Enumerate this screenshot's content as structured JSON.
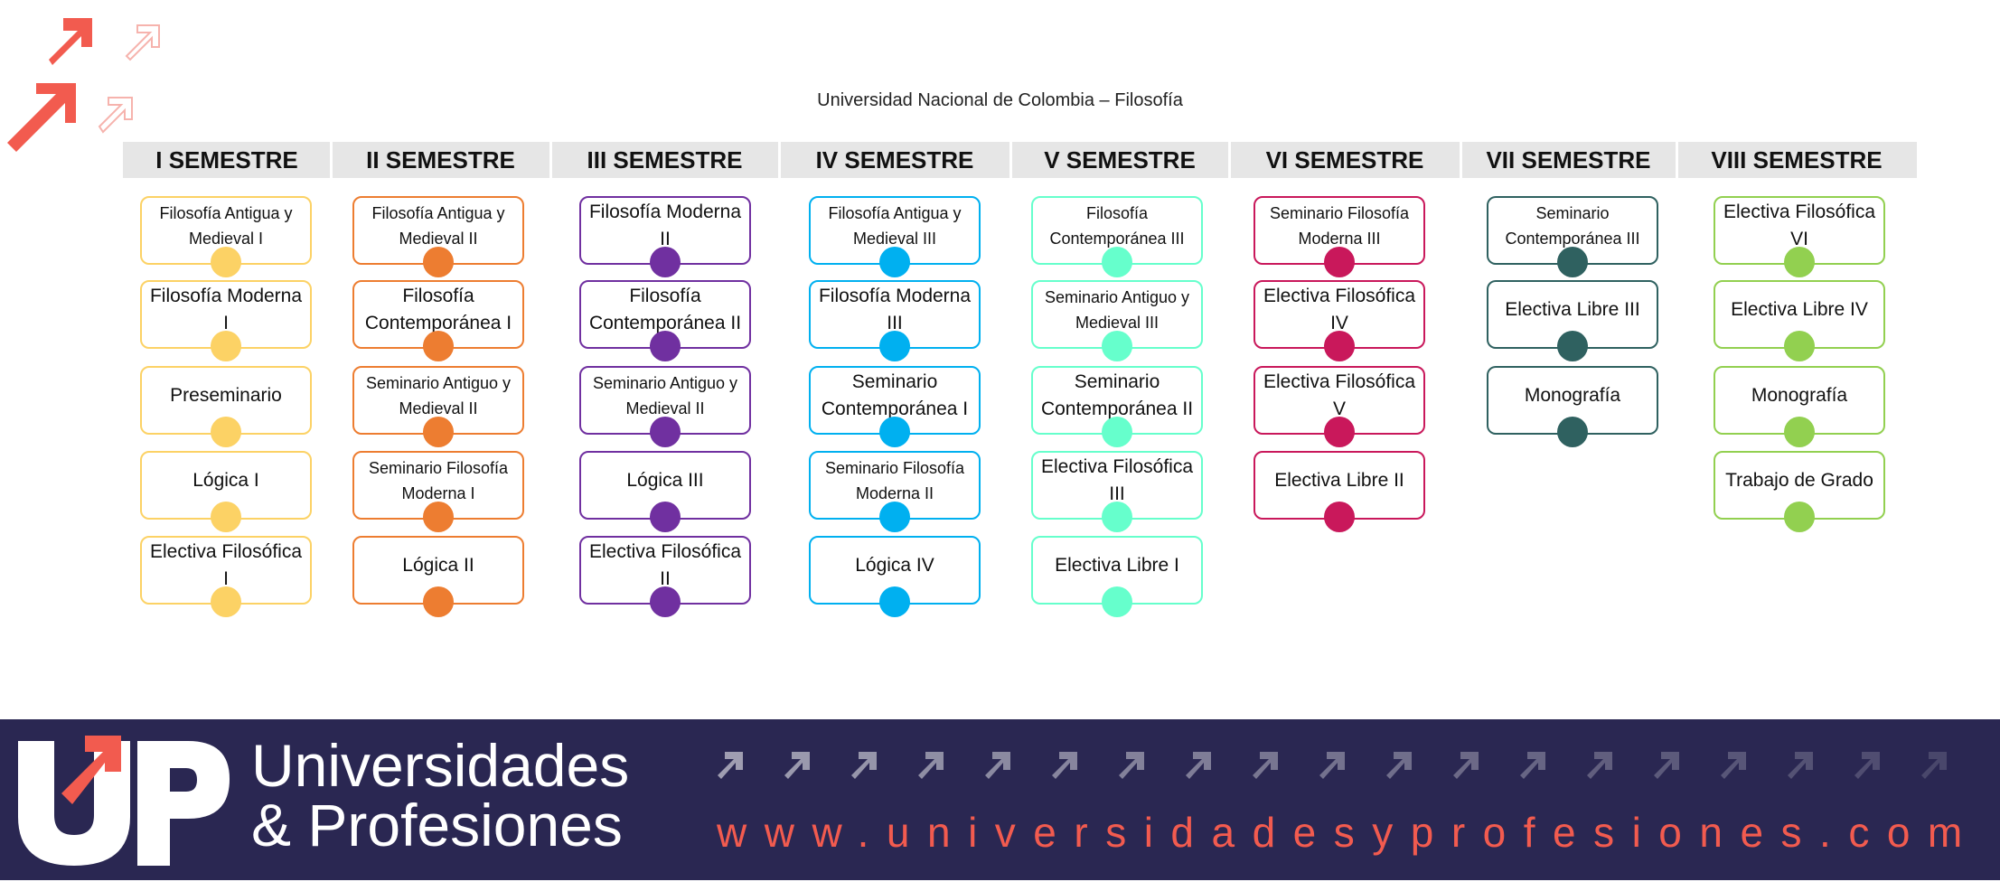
{
  "title": "Universidad Nacional de Colombia – Filosofía",
  "colors": {
    "header_band": "#e6e6e6",
    "banner": "#2a2752",
    "brand_accent": "#f25b4f"
  },
  "semesters": [
    {
      "name": "I SEMESTRE",
      "color": "#fcd265",
      "courses": [
        "Filosofía Antigua y Medieval I",
        "Filosofía Moderna I",
        "Preseminario",
        "Lógica I",
        "Electiva Filosófica I"
      ]
    },
    {
      "name": "II SEMESTRE",
      "color": "#ed7d31",
      "courses": [
        "Filosofía Antigua y Medieval II",
        "Filosofía Contemporánea I",
        "Seminario Antiguo y Medieval II",
        "Seminario Filosofía Moderna I",
        "Lógica II"
      ]
    },
    {
      "name": "III SEMESTRE",
      "color": "#7030a0",
      "courses": [
        "Filosofía Moderna II",
        "Filosofía Contemporánea II",
        "Seminario Antiguo y Medieval II",
        "Lógica III",
        "Electiva Filosófica II"
      ]
    },
    {
      "name": "IV SEMESTRE",
      "color": "#00b0f0",
      "courses": [
        "Filosofía Antigua y Medieval III",
        "Filosofía Moderna III",
        "Seminario Contemporánea I",
        "Seminario Filosofía Moderna II",
        "Lógica IV"
      ]
    },
    {
      "name": "V SEMESTRE",
      "color": "#66ffcc",
      "courses": [
        "Filosofía Contemporánea III",
        "Seminario Antiguo y Medieval III",
        "Seminario Contemporánea II",
        "Electiva Filosófica III",
        "Electiva Libre I"
      ]
    },
    {
      "name": "VI SEMESTRE",
      "color": "#c9185b",
      "courses": [
        "Seminario Filosofía Moderna III",
        "Electiva Filosófica IV",
        "Electiva Filosófica V",
        "Electiva Libre II"
      ]
    },
    {
      "name": "VII SEMESTRE",
      "color": "#2f6160",
      "courses": [
        "Seminario Contemporánea III",
        "Electiva Libre III",
        "Monografía"
      ]
    },
    {
      "name": "VIII SEMESTRE",
      "color": "#92d050",
      "courses": [
        "Electiva Filosófica VI",
        "Electiva Libre IV",
        "Monografía",
        "Trabajo de Grado"
      ]
    }
  ],
  "banner": {
    "brand_line1": "Universidades",
    "brand_line2": "& Profesiones",
    "url": "www.universidadesyprofesiones.com",
    "logo_letters": "UP"
  }
}
